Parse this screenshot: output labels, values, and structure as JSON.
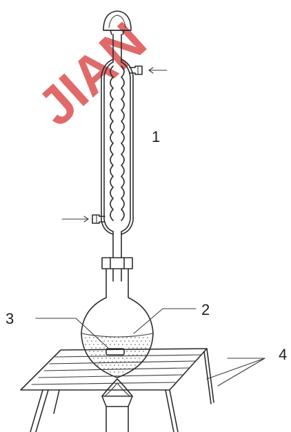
{
  "labels": {
    "condenser": "1",
    "liquid": "2",
    "stir_bar": "3",
    "tripod": "4"
  },
  "watermark": {
    "text": "JIAN",
    "color": "#e06a6a"
  },
  "colors": {
    "line": "#2b2b2b",
    "liquid_dots": "#7a7a7a"
  }
}
